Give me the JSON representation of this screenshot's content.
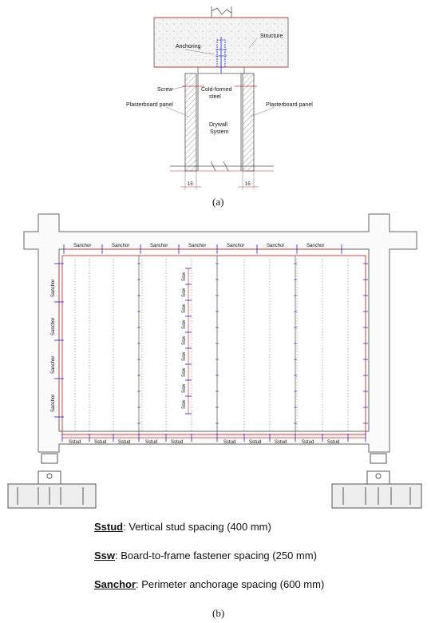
{
  "figure_a": {
    "labels": {
      "anchoring": "Anchoring",
      "structure": "Structure",
      "screw": "Screw",
      "cold_formed_1": "Cold-formed",
      "cold_formed_2": "steel",
      "plasterboard_left": "Plasterboard panel",
      "plasterboard_right": "Plasterboard panel",
      "drywall_1": "Drywall",
      "drywall_2": "System",
      "dim_left": "15",
      "dim_right": "15"
    },
    "caption": "(a)"
  },
  "figure_b": {
    "sanchor_label": "Sanchor",
    "ssw_label": "Ssw",
    "sstud_label": "Sstud",
    "caption": "(b)"
  },
  "legend": [
    {
      "term": "Sstud",
      "desc": ": Vertical stud spacing (400 mm)"
    },
    {
      "term": "Ssw",
      "desc": ": Board-to-frame fastener spacing (250 mm)"
    },
    {
      "term": "Sanchor",
      "desc": ": Perimeter anchorage spacing (600 mm)"
    }
  ],
  "colors": {
    "frame": "#555555",
    "red": "#d62b2b",
    "blue": "#2222cc",
    "concrete": "#f2f2f2"
  }
}
